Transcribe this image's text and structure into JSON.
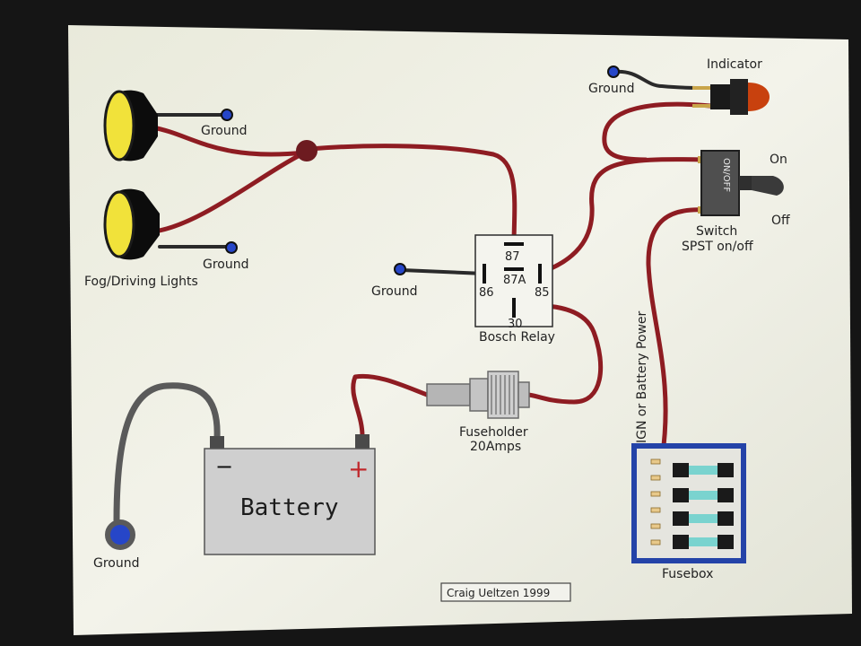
{
  "labels": {
    "ground": "Ground",
    "fog_lights": "Fog/Driving Lights",
    "indicator": "Indicator",
    "switch_on": "On",
    "switch_off": "Off",
    "switch_face": "ON/OFF",
    "switch_name": "Switch",
    "switch_type": "SPST on/off",
    "relay_pin_87": "87",
    "relay_pin_87a": "87A",
    "relay_pin_86": "86",
    "relay_pin_85": "85",
    "relay_pin_30": "30",
    "relay_name": "Bosch Relay",
    "fuseholder_name": "Fuseholder",
    "fuseholder_rating": "20Amps",
    "battery": "Battery",
    "battery_minus": "−",
    "battery_plus": "+",
    "power_source": "IGN or Battery Power",
    "fusebox": "Fusebox",
    "credit": "Craig Ueltzen 1999"
  },
  "colors": {
    "wire_power": "#8e1c22",
    "wire_ground": "#2a2a2a",
    "lamp_lens": "#f1e23a",
    "indicator_lens": "#c8410e",
    "ground_terminal": "#2646c8",
    "battery_body": "#cfcfcf",
    "fusebox_frame": "#2443a8"
  }
}
